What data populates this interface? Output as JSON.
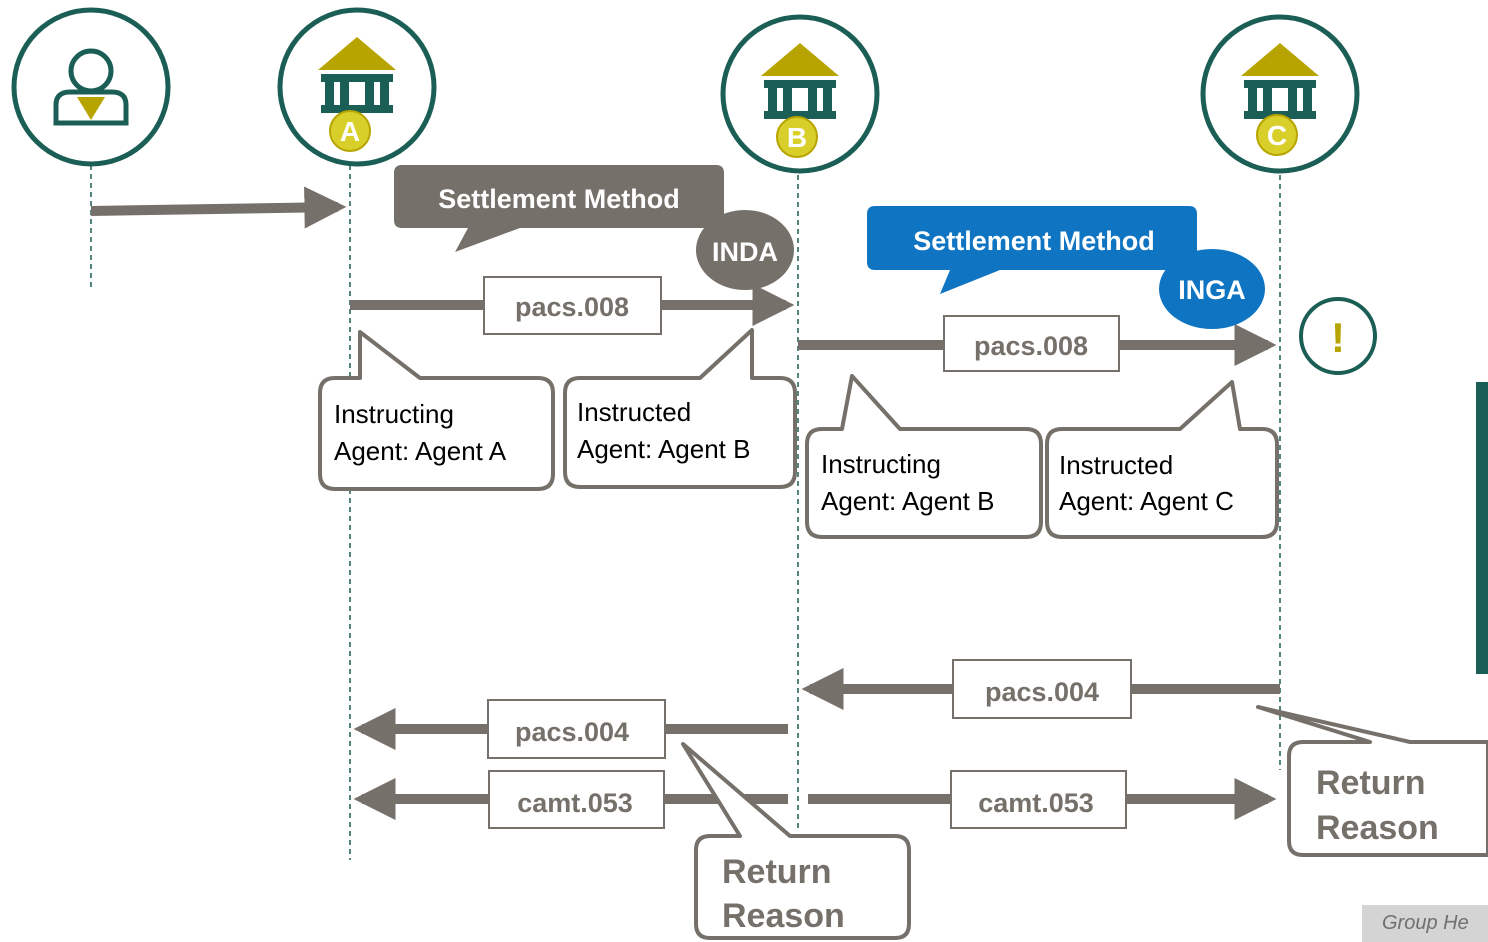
{
  "actors": {
    "agent_a_letter": "A",
    "agent_b_letter": "B",
    "agent_c_letter": "C",
    "alert_symbol": "!"
  },
  "messages": {
    "pacs008_ab": "pacs.008",
    "pacs008_bc": "pacs.008",
    "pacs004_cb": "pacs.004",
    "pacs004_ba": "pacs.004",
    "camt053_ba": "camt.053",
    "camt053_bc": "camt.053"
  },
  "callouts": {
    "settlement_method_1": "Settlement Method",
    "settlement_code_1": "INDA",
    "settlement_method_2": "Settlement Method",
    "settlement_code_2": "INGA",
    "instructing_1_line1": "Instructing",
    "instructing_1_line2": "Agent: Agent A",
    "instructed_1_line1": "Instructed",
    "instructed_1_line2": "Agent: Agent B",
    "instructing_2_line1": "Instructing",
    "instructing_2_line2": "Agent: Agent B",
    "instructed_2_line1": "Instructed",
    "instructed_2_line2": "Agent: Agent C",
    "return_reason_1_line1": "Return",
    "return_reason_1_line2": "Reason",
    "return_reason_2_line1": "Return",
    "return_reason_2_line2": "Reason"
  },
  "footer": "Group He",
  "colors": {
    "teal": "#1b5e55",
    "olive": "#b8a400",
    "grey": "#76706a",
    "blue": "#0f75c3",
    "green_bar": "#1b5e55"
  }
}
